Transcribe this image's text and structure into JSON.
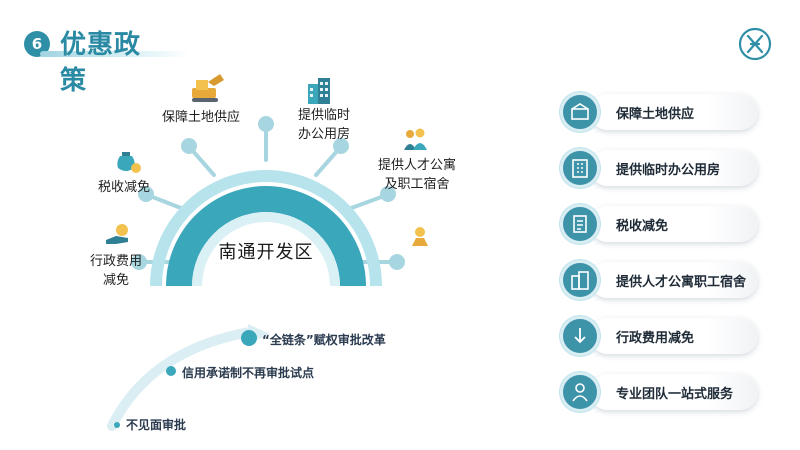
{
  "header": {
    "number": "6",
    "title": "优惠政策"
  },
  "diagram": {
    "center": "南通开发区",
    "nodes": [
      {
        "label": "保障土地供应",
        "icon": "excavator-icon"
      },
      {
        "label": "提供临时\n办公用房",
        "icon": "office-building-icon"
      },
      {
        "label": "提供人才公寓\n及职工宿舍",
        "icon": "people-icon"
      },
      {
        "label": "税收减免",
        "icon": "money-bag-icon"
      },
      {
        "label": "行政费用\n减免",
        "icon": "hand-coin-icon"
      },
      {
        "label": "",
        "icon": "hand-lightbulb-icon"
      }
    ]
  },
  "steps": [
    {
      "label": "不见面审批"
    },
    {
      "label": "信用承诺制不再审批试点"
    },
    {
      "label": "“全链条”赋权审批改革"
    }
  ],
  "policy_list": [
    {
      "label": "保障土地供应",
      "icon": "land-icon"
    },
    {
      "label": "提供临时办公用房",
      "icon": "building-icon"
    },
    {
      "label": "税收减免",
      "icon": "tax-document-icon"
    },
    {
      "label": "提供人才公寓职工宿舍",
      "icon": "apartment-icon"
    },
    {
      "label": "行政费用减免",
      "icon": "down-arrow-shield-icon"
    },
    {
      "label": "专业团队一站式服务",
      "icon": "service-person-icon"
    }
  ],
  "colors": {
    "primary": "#2f8fa6",
    "arc_outer": "#3aa7bb",
    "arc_inner": "#b7e3ec",
    "node_dot": "#a8d6e0"
  }
}
